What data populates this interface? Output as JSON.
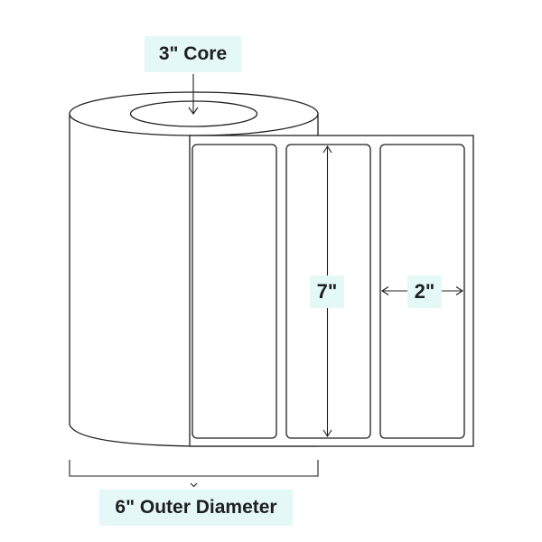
{
  "labels": {
    "core": "3\" Core",
    "label_height": "7\"",
    "label_width": "2\"",
    "outer_diameter": "6\" Outer Diameter"
  },
  "icons": {
    "core_pointer": "down-arrow-icon",
    "diameter_pointer": "chevron-down-icon",
    "dimension_arrows": "double-arrow-icon"
  },
  "colors": {
    "callout_fill": "#e4f8f8",
    "outline": "#1f1f1f"
  }
}
